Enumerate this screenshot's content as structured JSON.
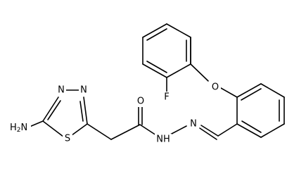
{
  "molecule": {
    "atoms": {
      "nitrogen_top_left": "N",
      "nitrogen_top_right": "N",
      "sulfur": "S",
      "amine": "H",
      "amine_subscript": "2",
      "amine_nitrogen": "N",
      "carbonyl_oxygen": "O",
      "hydrazide_nh": "NH",
      "imine_nitrogen": "N",
      "ether_oxygen": "O",
      "fluorine": "F"
    }
  }
}
